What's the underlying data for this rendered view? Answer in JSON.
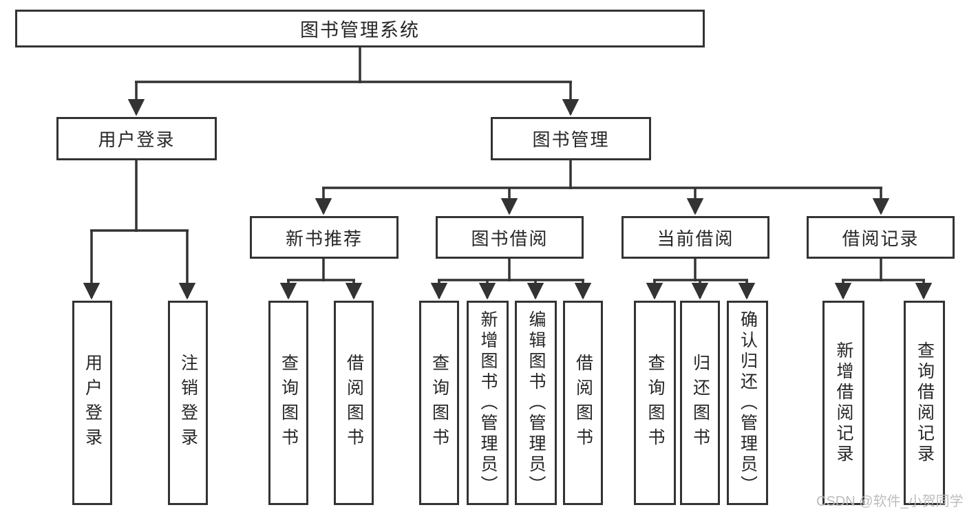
{
  "title": "图书管理系统",
  "watermark": "CSDN @软件_小贺同学",
  "colors": {
    "line": "#333333",
    "box_border": "#333333",
    "text": "#262626",
    "watermark": "#b9b9b9",
    "background": "#ffffff"
  },
  "nodes": {
    "root": {
      "label": "图书管理系统"
    },
    "level2": [
      {
        "label": "用户登录"
      },
      {
        "label": "图书管理"
      }
    ],
    "level3": [
      {
        "label": "新书推荐"
      },
      {
        "label": "图书借阅"
      },
      {
        "label": "当前借阅"
      },
      {
        "label": "借阅记录"
      }
    ],
    "leaves": [
      {
        "label": "用户登录"
      },
      {
        "label": "注销登录"
      },
      {
        "label": "查询图书"
      },
      {
        "label": "借阅图书"
      },
      {
        "label": "查询图书"
      },
      {
        "label": "新增图书（管理员）"
      },
      {
        "label": "编辑图书（管理员）"
      },
      {
        "label": "借阅图书"
      },
      {
        "label": "查询图书"
      },
      {
        "label": "归还图书"
      },
      {
        "label": "确认归还（管理员）"
      },
      {
        "label": "新增借阅记录"
      },
      {
        "label": "查询借阅记录"
      }
    ]
  },
  "edges": [
    {
      "from": "图书管理系统",
      "to": [
        "用户登录",
        "图书管理"
      ]
    },
    {
      "from": "用户登录",
      "to": [
        "用户登录",
        "注销登录"
      ]
    },
    {
      "from": "图书管理",
      "to": [
        "新书推荐",
        "图书借阅",
        "当前借阅",
        "借阅记录"
      ]
    },
    {
      "from": "新书推荐",
      "to": [
        "查询图书",
        "借阅图书"
      ]
    },
    {
      "from": "图书借阅",
      "to": [
        "查询图书",
        "新增图书（管理员）",
        "编辑图书（管理员）",
        "借阅图书"
      ]
    },
    {
      "from": "当前借阅",
      "to": [
        "查询图书",
        "归还图书",
        "确认归还（管理员）"
      ]
    },
    {
      "from": "借阅记录",
      "to": [
        "新增借阅记录",
        "查询借阅记录"
      ]
    }
  ]
}
